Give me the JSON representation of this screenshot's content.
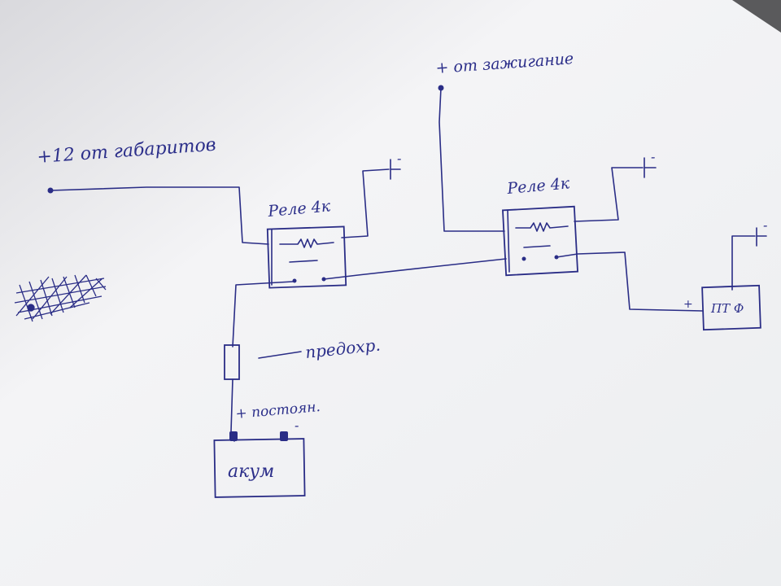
{
  "labels": {
    "plus12": "+12 от габаритов",
    "ignition": "+ от зажигание",
    "relay1": "Реле 4к",
    "relay2": "Реле 4к",
    "fuse": "предохр.",
    "battery_plus": "+ постоян.",
    "battery_minus": "-",
    "battery": "акум",
    "fog": "ПТ Ф",
    "fog_plus": "+",
    "ground1": "-",
    "ground2": "-",
    "ground3": "-"
  },
  "colors": {
    "ink": "#2a2d86",
    "paper": "#f2f2f4",
    "shadow": "#5a5a5c"
  }
}
